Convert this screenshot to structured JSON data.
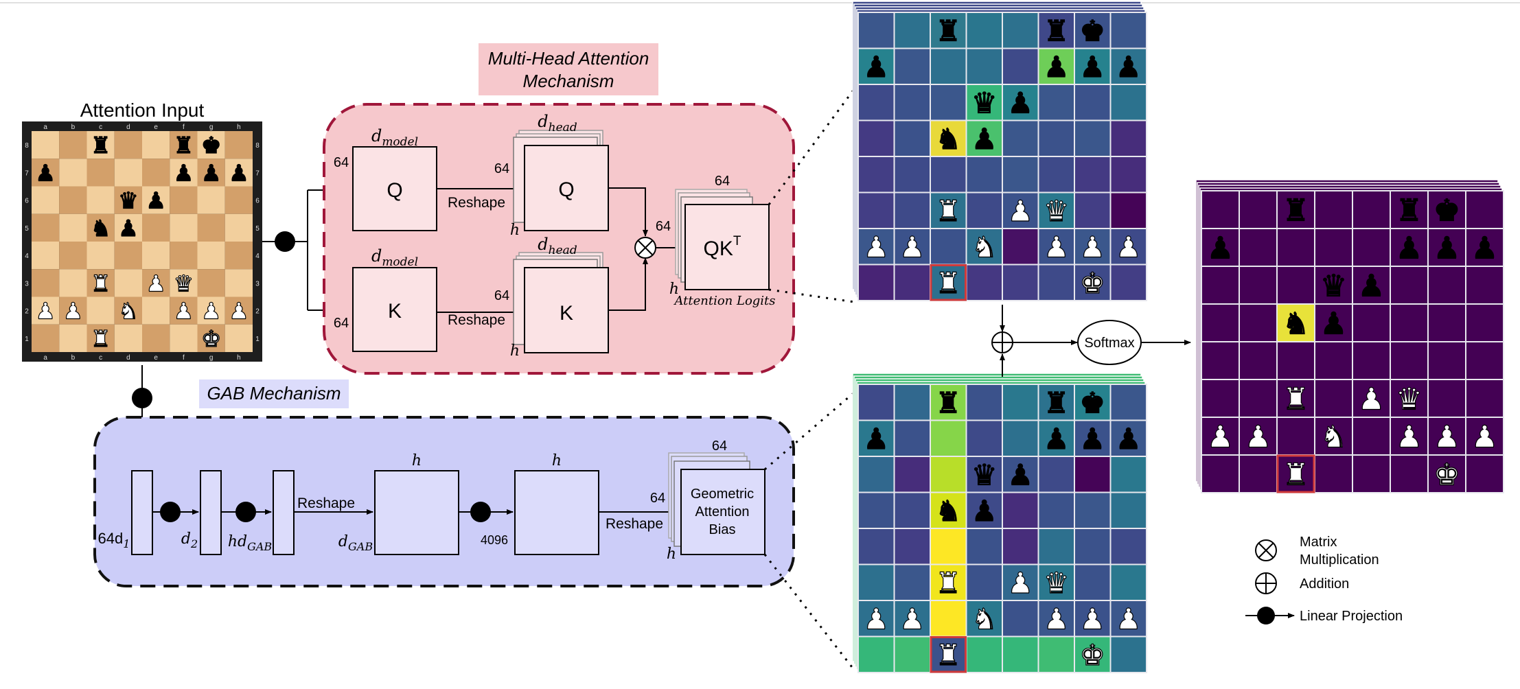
{
  "input_board": {
    "title": "Attention Input",
    "files": [
      "a",
      "b",
      "c",
      "d",
      "e",
      "f",
      "g",
      "h"
    ],
    "ranks": [
      "8",
      "7",
      "6",
      "5",
      "4",
      "3",
      "2",
      "1"
    ],
    "position": [
      "  r  rk ",
      "p    ppp",
      "   qp   ",
      "  np    ",
      "        ",
      "  R PQ  ",
      "PP N PPP",
      "  R   K "
    ]
  },
  "mha": {
    "label_line1": "Multi-Head Attention",
    "label_line2": "Mechanism",
    "q_box": "Q",
    "k_box": "K",
    "qh_box": "Q",
    "kh_box": "K",
    "qkt_main": "QK",
    "qkt_sup": "T",
    "d_model": "d",
    "d_model_sub": "model",
    "d_head": "d",
    "d_head_sub": "head",
    "dim_64": "64",
    "h": "h",
    "reshape": "Reshape",
    "logits_label": "Attention Logits"
  },
  "gab": {
    "label": "GAB Mechanism",
    "d1_prefix": "64d",
    "d1_sub": "1",
    "d2_prefix": "d",
    "d2_sub": "2",
    "hd_prefix": "hd",
    "hd_sub": "GAB",
    "dgab_prefix": "d",
    "dgab_sub": "GAB",
    "h": "h",
    "n_4096": "4096",
    "dim_64": "64",
    "reshape": "Reshape",
    "bias_line1": "Geometric",
    "bias_line2": "Attention",
    "bias_line3": "Bias"
  },
  "softmax": "Softmax",
  "legend": {
    "matmul_line1": "Matrix",
    "matmul_line2": "Multiplication",
    "addition": "Addition",
    "linear": "Linear Projection"
  },
  "colors": {
    "mha_fill": "#f6c8cc",
    "mha_border": "#a0173a",
    "gab_fill": "#cccdf8",
    "gab_border": "#111111",
    "box_fill_pink": "#fbe3e5",
    "box_fill_blue": "#dcdcfb",
    "highlight": "#e8e23a",
    "selected_border": "#d03a3a",
    "light_square": "#f2cf9d",
    "dark_square": "#d3a06a"
  },
  "heatmaps": {
    "logits": [
      [
        "#3b578c",
        "#2d718e",
        "#2f7a8d",
        "#2a768e",
        "#2d718e",
        "#3f4889",
        "#3b528b",
        "#3b578c"
      ],
      [
        "#26828e",
        "#3b578c",
        "#2d708e",
        "#2d708e",
        "#3e4a89",
        "#6ece58",
        "#26828e",
        "#2c728e"
      ],
      [
        "#3e4a89",
        "#3b528b",
        "#3b578c",
        "#35b779",
        "#26828e",
        "#3b578c",
        "#3b528b",
        "#2c728e"
      ],
      [
        "#443a83",
        "#3b528b",
        "#e8d93a",
        "#4ac16d",
        "#3b578c",
        "#3b528b",
        "#3b578c",
        "#472d7b"
      ],
      [
        "#433e85",
        "#3e4a89",
        "#3e4a89",
        "#3b528b",
        "#3b578c",
        "#3e4a89",
        "#443a83",
        "#472d7b"
      ],
      [
        "#433e85",
        "#3e4a89",
        "#2c728e",
        "#3e4a89",
        "#3b528b",
        "#2a788e",
        "#433e85",
        "#450457"
      ],
      [
        "#3b578c",
        "#3b528b",
        "#3b528b",
        "#2d708e",
        "#471164",
        "#3b528b",
        "#3b578c",
        "#3e4a89"
      ],
      [
        "#482475",
        "#472d7b",
        "#2d708e",
        "#453882",
        "#433e85",
        "#3e4a89",
        "#3e4a89",
        "#433e85"
      ]
    ],
    "bias": [
      [
        "#3e4a89",
        "#31688e",
        "#86d549",
        "#3b528b",
        "#2a788e",
        "#2c728e",
        "#26828e",
        "#3b578c"
      ],
      [
        "#2a788e",
        "#3b528b",
        "#86d549",
        "#3e4a89",
        "#2d708e",
        "#2a788e",
        "#3b528b",
        "#3b578c"
      ],
      [
        "#31688e",
        "#472d7b",
        "#b8de29",
        "#3e4a89",
        "#3b528b",
        "#3e4a89",
        "#450457",
        "#2a788e"
      ],
      [
        "#3b528b",
        "#3e4a89",
        "#d5e21a",
        "#3e4a89",
        "#472d7b",
        "#3b528b",
        "#3b578c",
        "#2c728e"
      ],
      [
        "#3e4a89",
        "#433e85",
        "#fde725",
        "#3b528b",
        "#472d7b",
        "#2d708e",
        "#3b528b",
        "#3e4a89"
      ],
      [
        "#2d708e",
        "#3b578c",
        "#f1e51d",
        "#3b528b",
        "#31688e",
        "#2a788e",
        "#3b528b",
        "#2a788e"
      ],
      [
        "#2d708e",
        "#2d708e",
        "#fde725",
        "#2a788e",
        "#3b528b",
        "#3b578c",
        "#3b528b",
        "#3b578c"
      ],
      [
        "#35b779",
        "#3fbc73",
        "#3b528b",
        "#35b779",
        "#35b779",
        "#3fbc73",
        "#35b779",
        "#2c728e"
      ]
    ],
    "softmax_base": "#440154",
    "softmax_highlight": "#e8e23a"
  }
}
